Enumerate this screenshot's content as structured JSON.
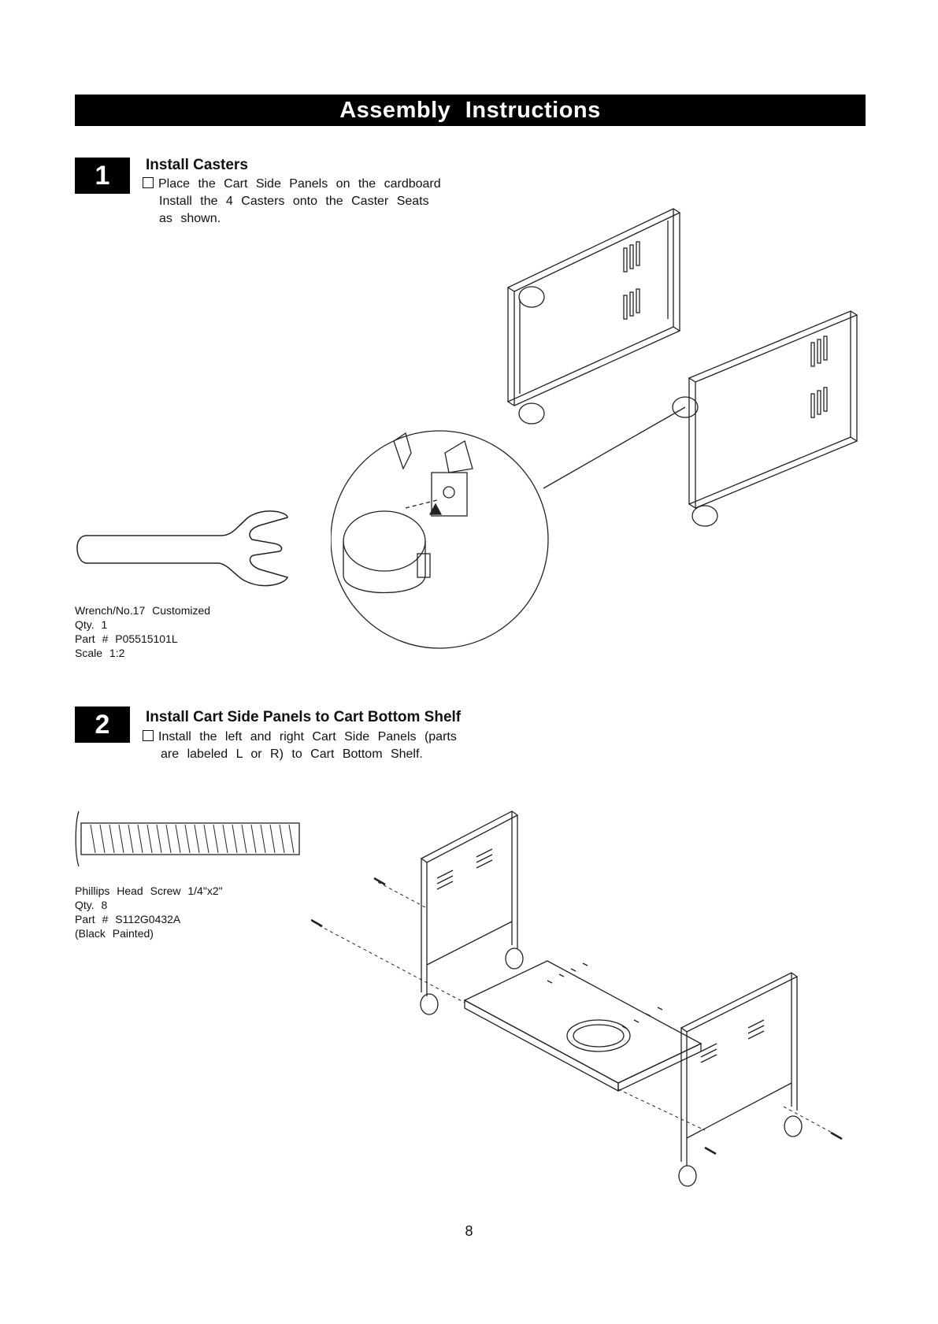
{
  "header": {
    "title": "Assembly Instructions"
  },
  "steps": [
    {
      "number": "1",
      "title": "Install Casters",
      "lines": [
        "Place the Cart Side Panels on the cardboard",
        "Install the 4 Casters onto the Caster Seats",
        "as shown."
      ],
      "tool": {
        "name": "Wrench/No.17 Customized",
        "qty": "Qty. 1",
        "part": "Part # P05515101L",
        "scale": "Scale 1:2"
      }
    },
    {
      "number": "2",
      "title": "Install Cart Side Panels to Cart Bottom Shelf",
      "lines": [
        "Install the left and right Cart Side Panels (parts",
        "are labeled L or R) to Cart Bottom Shelf."
      ],
      "hardware": {
        "name": "Phillips Head Screw 1/4\"x2\"",
        "qty": "Qty. 8",
        "part": "Part # S112G0432A",
        "finish": "(Black Painted)"
      }
    }
  ],
  "page": {
    "number": "8"
  }
}
